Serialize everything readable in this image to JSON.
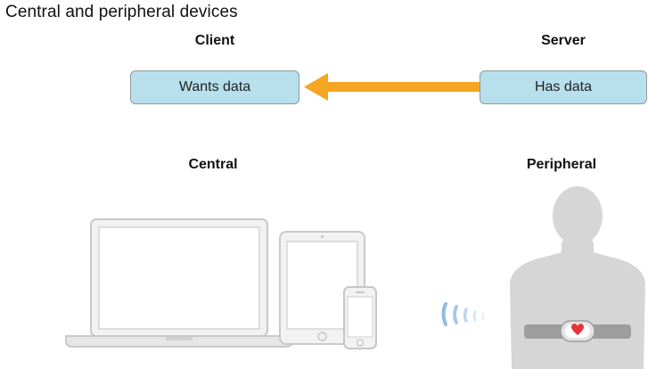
{
  "title": "Central and peripheral devices",
  "roles": {
    "client": {
      "label": "Client",
      "box_text": "Wants data"
    },
    "server": {
      "label": "Server",
      "box_text": "Has data"
    }
  },
  "devices": {
    "central_label": "Central",
    "peripheral_label": "Peripheral"
  },
  "colors": {
    "box_fill": "#b7dfec",
    "arrow": "#f5a623",
    "device_gray": "#d6d6d6",
    "wave": "#8ab6e0",
    "heart": "#e8323c"
  },
  "icons": [
    "laptop-icon",
    "tablet-icon",
    "phone-icon",
    "signal-waves-icon",
    "person-icon",
    "heart-icon"
  ]
}
